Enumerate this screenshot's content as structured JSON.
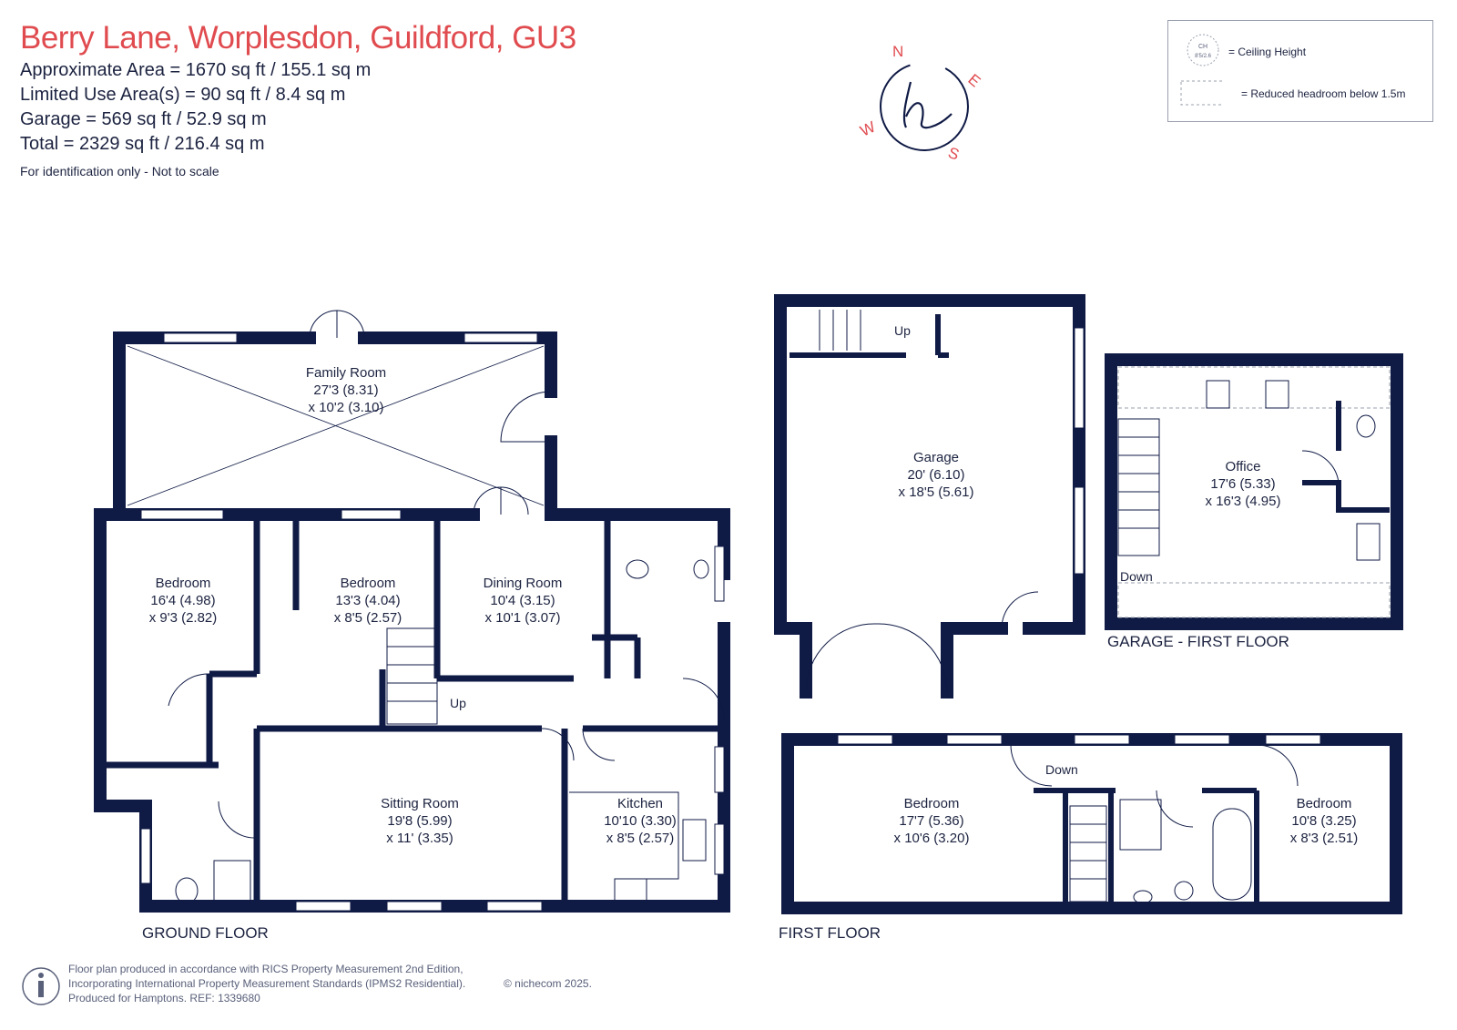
{
  "header": {
    "title": "Berry Lane, Worplesdon, Guildford, GU3",
    "areas": [
      "Approximate Area = 1670 sq ft / 155.1 sq m",
      "Limited Use Area(s) = 90 sq ft / 8.4 sq m",
      "Garage = 569 sq ft / 52.9 sq m",
      "Total = 2329 sq ft / 216.4 sq m"
    ],
    "note": "For identification only - Not to scale"
  },
  "compass": {
    "n": "N",
    "e": "E",
    "s": "S",
    "w": "W",
    "logo": "h"
  },
  "legend": {
    "ceiling_height": "= Ceiling Height",
    "ch_symbol_top": "CH",
    "ch_symbol_bottom": "8'5/2.6",
    "reduced_headroom": "= Reduced headroom below 1.5m"
  },
  "colors": {
    "wall": "#0f1a45",
    "title": "#e04b4f",
    "text": "#1c2340"
  },
  "floors": {
    "ground": "GROUND FLOOR",
    "first": "FIRST FLOOR",
    "garage_first": "GARAGE - FIRST FLOOR"
  },
  "rooms": {
    "family": {
      "name": "Family Room",
      "dim1": "27'3 (8.31)",
      "dim2": "x 10'2 (3.10)"
    },
    "bedroom_gf1": {
      "name": "Bedroom",
      "dim1": "16'4 (4.98)",
      "dim2": "x 9'3 (2.82)"
    },
    "bedroom_gf2": {
      "name": "Bedroom",
      "dim1": "13'3 (4.04)",
      "dim2": "x 8'5 (2.57)"
    },
    "dining": {
      "name": "Dining Room",
      "dim1": "10'4 (3.15)",
      "dim2": "x 10'1 (3.07)"
    },
    "sitting": {
      "name": "Sitting Room",
      "dim1": "19'8 (5.99)",
      "dim2": "x 11' (3.35)"
    },
    "kitchen": {
      "name": "Kitchen",
      "dim1": "10'10 (3.30)",
      "dim2": "x 8'5 (2.57)"
    },
    "garage": {
      "name": "Garage",
      "dim1": "20' (6.10)",
      "dim2": "x 18'5 (5.61)"
    },
    "office": {
      "name": "Office",
      "dim1": "17'6 (5.33)",
      "dim2": "x 16'3 (4.95)"
    },
    "bedroom_ff1": {
      "name": "Bedroom",
      "dim1": "17'7 (5.36)",
      "dim2": "x 10'6 (3.20)"
    },
    "bedroom_ff2": {
      "name": "Bedroom",
      "dim1": "10'8 (3.25)",
      "dim2": "x 8'3 (2.51)"
    }
  },
  "stairs": {
    "up": "Up",
    "down": "Down"
  },
  "footer": {
    "line1": "Floor plan produced in accordance with RICS Property Measurement 2nd Edition,",
    "line2": "Incorporating International Property Measurement Standards (IPMS2 Residential).",
    "line3": "Produced for Hamptons.   REF:  1339680",
    "copyright": "© nichecom 2025."
  }
}
